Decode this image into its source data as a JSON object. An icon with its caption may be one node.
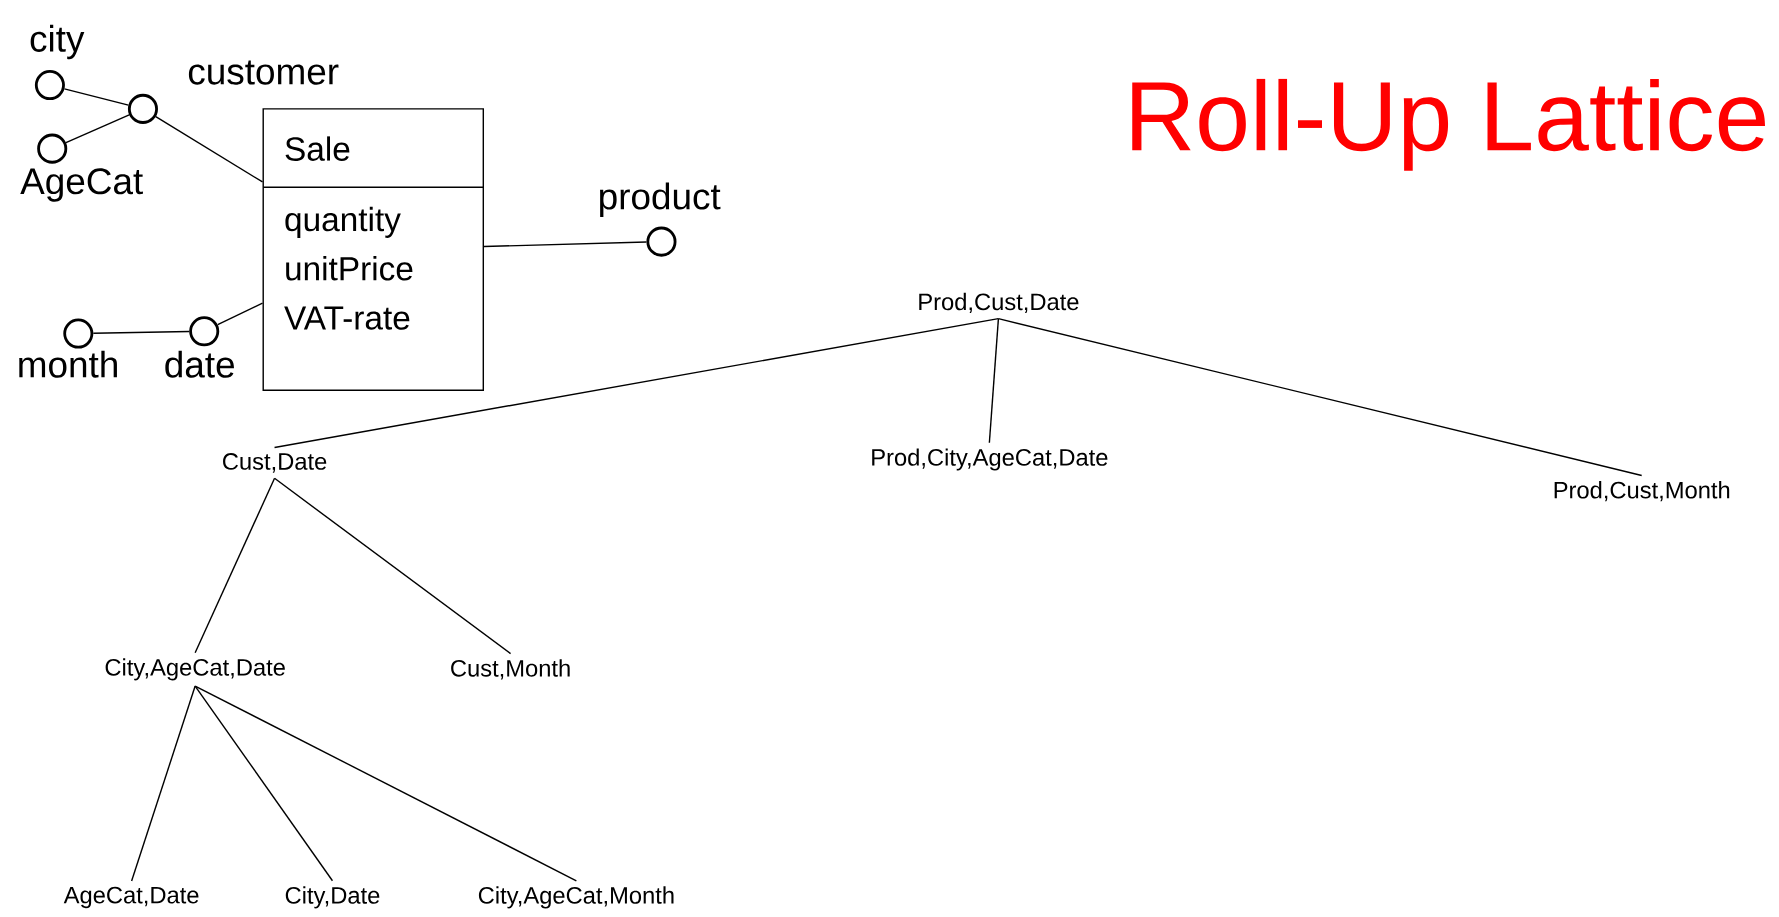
{
  "diagram": {
    "title": "Roll-Up Lattice",
    "nodes": [
      {
        "text": [],
        "shape": "circle",
        "beside": [
          "city"
        ]
      },
      {
        "text": [],
        "shape": "circle",
        "beside": [
          "customer"
        ]
      },
      {
        "text": [],
        "shape": "circle",
        "beside": [
          "AgeCat"
        ]
      },
      {
        "text": [
          "Sale",
          "quantity unitPrice VAT-rate"
        ]
      },
      {
        "text": [],
        "shape": "circle",
        "beside": [
          "product"
        ]
      },
      {
        "text": [],
        "shape": "circle",
        "beside": [
          "month"
        ]
      },
      {
        "text": [],
        "shape": "circle",
        "beside": [
          "date"
        ]
      },
      {
        "text": [
          "Prod,Cust,Date"
        ]
      },
      {
        "text": [
          "Cust,Date"
        ]
      },
      {
        "text": [
          "Prod,City,AgeCat,Date"
        ]
      },
      {
        "text": [
          "Prod,Cust,Month"
        ]
      },
      {
        "text": [
          "City,AgeCat,Date"
        ]
      },
      {
        "text": [
          "Cust,Month"
        ]
      },
      {
        "text": [
          "AgeCat,Date"
        ]
      },
      {
        "text": [
          "City,Date"
        ]
      },
      {
        "text": [
          "City,AgeCat,Month"
        ]
      }
    ],
    "edges": [
      {
        "from": 0,
        "to": 1,
        "arrow": "none"
      },
      {
        "from": 2,
        "to": 1,
        "arrow": "none"
      },
      {
        "from": 1,
        "to": 3,
        "arrow": "none"
      },
      {
        "from": 3,
        "to": 4,
        "arrow": "none"
      },
      {
        "from": 5,
        "to": 6,
        "arrow": "none"
      },
      {
        "from": 6,
        "to": 3,
        "arrow": "none"
      },
      {
        "from": 7,
        "to": 8,
        "arrow": "none"
      },
      {
        "from": 7,
        "to": 9,
        "arrow": "none"
      },
      {
        "from": 7,
        "to": 10,
        "arrow": "none"
      },
      {
        "from": 8,
        "to": 11,
        "arrow": "none"
      },
      {
        "from": 8,
        "to": 12,
        "arrow": "none"
      },
      {
        "from": 11,
        "to": 13,
        "arrow": "none"
      },
      {
        "from": 11,
        "to": 14,
        "arrow": "none"
      },
      {
        "from": 11,
        "to": 15,
        "arrow": "none"
      }
    ]
  }
}
